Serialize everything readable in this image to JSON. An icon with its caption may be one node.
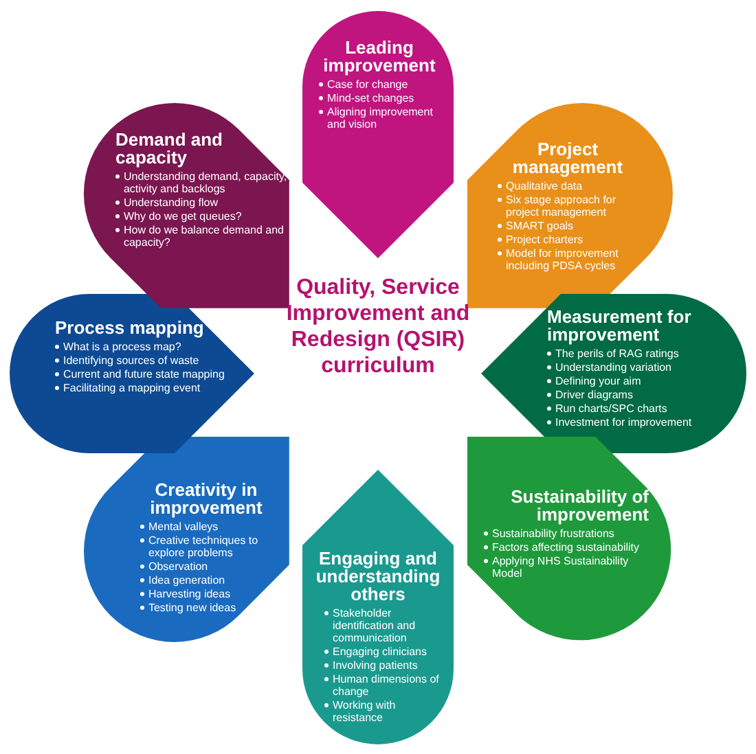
{
  "diagram": {
    "title": "Quality, Service Improvement and Redesign (QSIR) curriculum",
    "nodes": [
      {
        "text": [
          "Leading improvement",
          "Case for change",
          "Mind-set changes",
          "Aligning improvement and vision"
        ]
      },
      {
        "text": [
          "Project management",
          "Qualitative data",
          "Six stage approach for project management",
          "SMART goals",
          "Project charters",
          "Model for improvement including PDSA cycles"
        ]
      },
      {
        "text": [
          "Measurement for improvement",
          "The perils of RAG ratings",
          "Understanding variation",
          "Defining your aim",
          "Driver diagrams",
          "Run charts/SPC charts",
          "Investment for improvement"
        ]
      },
      {
        "text": [
          "Sustainability of improvement",
          "Sustainability frustrations",
          "Factors affecting sustainability",
          "Applying NHS Sustainability Model"
        ]
      },
      {
        "text": [
          "Engaging and understanding others",
          "Stakeholder identification and communication",
          "Engaging clinicians",
          "Involving patients",
          "Human dimensions of change",
          "Working with resistance"
        ]
      },
      {
        "text": [
          "Creativity in improvement",
          "Mental valleys",
          "Creative techniques to explore problems",
          "Observation",
          "Idea generation",
          "Harvesting ideas",
          "Testing new ideas"
        ]
      },
      {
        "text": [
          "Process mapping",
          "What is a process map?",
          "Identifying sources of waste",
          "Current and future state mapping",
          "Facilitating a mapping event"
        ]
      },
      {
        "text": [
          "Demand and capacity",
          "Understanding demand, capacity, activity and backlogs",
          "Understanding flow",
          "Why do we get queues?",
          "How do we balance demand and capacity?"
        ]
      }
    ]
  }
}
